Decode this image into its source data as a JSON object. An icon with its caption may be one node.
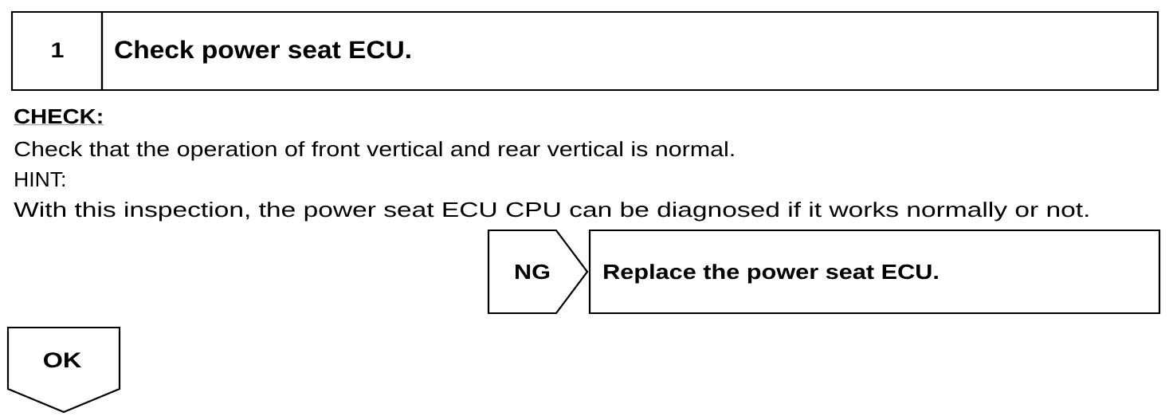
{
  "diagram": {
    "nodes": [
      {
        "text": [
          "1"
        ]
      },
      {
        "text": [
          "Check power seat ECU."
        ]
      },
      {
        "text": [
          "NG"
        ]
      },
      {
        "text": [
          "Replace the power seat ECU."
        ]
      },
      {
        "text": [
          "OK"
        ]
      }
    ],
    "labels": [
      "CHECK:",
      "Check that the operation of front vertical and rear vertical is normal.",
      "HINT:",
      "With this inspection, the power seat ECU CPU can be diagnosed if it works normally or not."
    ]
  }
}
